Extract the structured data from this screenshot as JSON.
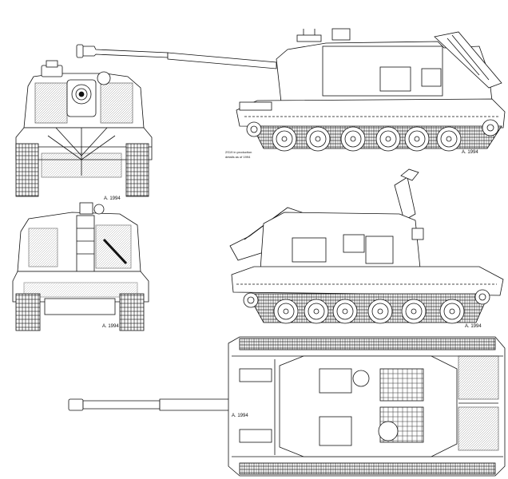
{
  "drawing": {
    "subject": "2S19 self-propelled howitzer",
    "signatures": {
      "front_view": "A. 1994",
      "rear_view": "A. 1994",
      "left_side_view": "A. 1994",
      "right_side_view": "A. 1994",
      "top_view": "A. 1994"
    },
    "side_view_note": {
      "line1": "2S19 in production",
      "line2": "details as of 1994"
    }
  }
}
